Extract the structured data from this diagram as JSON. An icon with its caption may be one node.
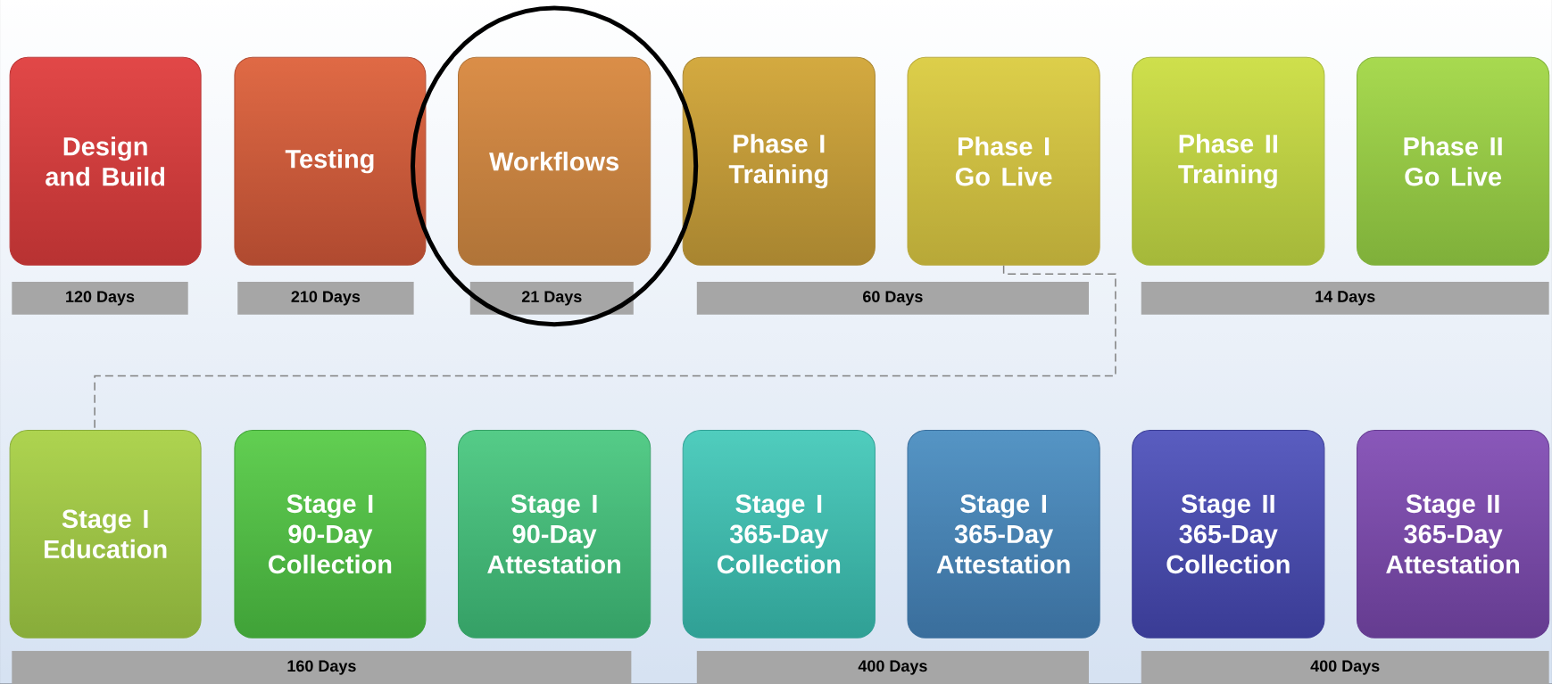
{
  "diagram": {
    "nodes": [
      {
        "text": [
          "Design and Build"
        ]
      },
      {
        "text": [
          "Testing"
        ]
      },
      {
        "text": [
          "Workflows"
        ]
      },
      {
        "text": [
          "Phase I Training"
        ]
      },
      {
        "text": [
          "Phase I Go Live"
        ]
      },
      {
        "text": [
          "Phase II Training"
        ]
      },
      {
        "text": [
          "Phase II Go Live"
        ]
      },
      {
        "text": [
          "120 Days"
        ]
      },
      {
        "text": [
          "210 Days"
        ]
      },
      {
        "text": [
          "21 Days"
        ]
      },
      {
        "text": [
          "60 Days"
        ]
      },
      {
        "text": [
          "14 Days"
        ]
      },
      {
        "text": [
          "Stage I Education"
        ]
      },
      {
        "text": [
          "Stage I 90-Day Collection"
        ]
      },
      {
        "text": [
          "Stage I 90-Day Attestation"
        ]
      },
      {
        "text": [
          "Stage I 365-Day Collection"
        ]
      },
      {
        "text": [
          "Stage I 365-Day Attestation"
        ]
      },
      {
        "text": [
          "Stage II 365-Day Collection"
        ]
      },
      {
        "text": [
          "Stage II 365-Day Attestation"
        ]
      },
      {
        "text": [
          "160 Days"
        ]
      },
      {
        "text": [
          "400 Days"
        ]
      },
      {
        "text": [
          "400 Days"
        ]
      }
    ],
    "edges": [
      {
        "from": 4,
        "to": 12,
        "arrow": "none",
        "style": "dashed"
      }
    ]
  }
}
